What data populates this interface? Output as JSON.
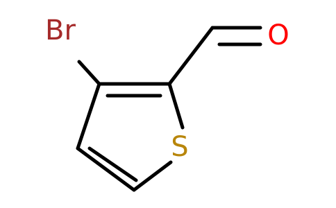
{
  "molecule": {
    "atoms": {
      "bromine": {
        "symbol": "Br",
        "color": "#a52a2a"
      },
      "oxygen": {
        "symbol": "O",
        "color": "#ff0000"
      },
      "sulfur": {
        "symbol": "S",
        "color": "#b8860b"
      }
    },
    "bond_color": "#000000"
  }
}
